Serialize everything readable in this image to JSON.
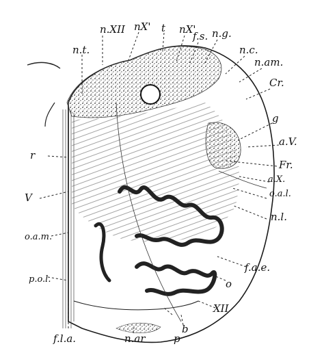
{
  "figure": {
    "labels": {
      "nt": "n.t.",
      "nXII": "n.XII",
      "nX_left": "nX'",
      "t": "t",
      "nX_right": "nX'",
      "fs": "f.s.",
      "ng": "n.g.",
      "nc": "n.c.",
      "nam": "n.am.",
      "Cr": "Cr.",
      "g": "g",
      "aV": "a.V.",
      "Fr": "Fr.",
      "aX": "a.X.",
      "oal": "o.a.l.",
      "nl": "n.l.",
      "r": "r",
      "V": "V",
      "oam": "o.a.m.",
      "fae": "f.a.e.",
      "o": "o",
      "pol": "p.o.l.",
      "XII": "XII",
      "b": "b",
      "fla": "f.l.a.",
      "nar": "n.ar",
      "p": "p"
    }
  }
}
